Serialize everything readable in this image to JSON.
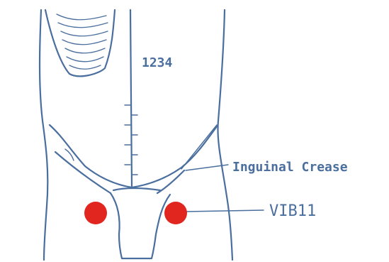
{
  "scale_numbers": "1234",
  "inguinal_crease_label": "Inguinal Crease",
  "point_label": "VIB11",
  "point_color": "#e0261e",
  "ink_color": "#4a6f9e"
}
